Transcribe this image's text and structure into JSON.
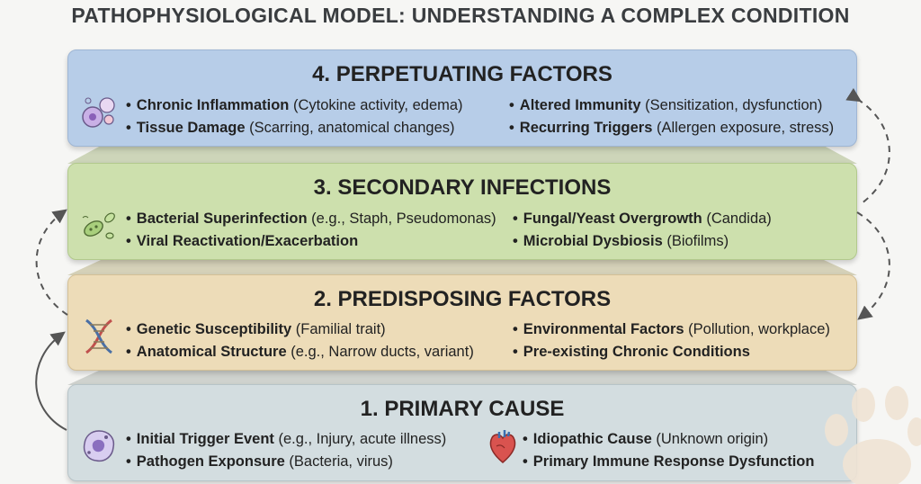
{
  "title": "PATHOPHYSIOLOGICAL MODEL: UNDERSTANDING A COMPLEX CONDITION",
  "layers": [
    {
      "title": "4. PERPETUATING FACTORS",
      "color": "#b7cde8",
      "left": [
        {
          "bold": "Chronic Inflammation",
          "rest": " (Cytokine activity, edema)"
        },
        {
          "bold": "Tissue Damage",
          "rest": " (Scarring, anatomical changes)"
        }
      ],
      "right": [
        {
          "bold": "Altered Immunity",
          "rest": " (Sensitization, dysfunction)"
        },
        {
          "bold": "Recurring Triggers",
          "rest": " (Allergen exposure, stress)"
        }
      ]
    },
    {
      "title": "3. SECONDARY INFECTIONS",
      "color": "#cde0ad",
      "left": [
        {
          "bold": "Bacterial Superinfection",
          "rest": " (e.g., Staph, Pseudomonas)"
        },
        {
          "bold": "Viral Reactivation/Exacerbation",
          "rest": ""
        }
      ],
      "right": [
        {
          "bold": "Fungal/Yeast Overgrowth",
          "rest": " (Candida)"
        },
        {
          "bold": "Microbial Dysbiosis",
          "rest": " (Biofilms)"
        }
      ]
    },
    {
      "title": "2. PREDISPOSING FACTORS",
      "color": "#eddcb8",
      "left": [
        {
          "bold": "Genetic Susceptibility",
          "rest": " (Familial trait)"
        },
        {
          "bold": "Anatomical Structure",
          "rest": " (e.g., Narrow ducts, variant)"
        }
      ],
      "right": [
        {
          "bold": "Environmental Factors",
          "rest": " (Pollution, workplace)"
        },
        {
          "bold": "Pre-existing Chronic Conditions",
          "rest": ""
        }
      ]
    },
    {
      "title": "1. PRIMARY CAUSE",
      "color": "#d3dde0",
      "left": [
        {
          "bold": "Initial Trigger Event",
          "rest": " (e.g., Injury, acute illness)"
        },
        {
          "bold": "Pathogen Exponsure",
          "rest": " (Bacteria, virus)"
        }
      ],
      "right": [
        {
          "bold": "Idiopathic Cause",
          "rest": " (Unknown origin)"
        },
        {
          "bold": "Primary Immune Response Dysfunction",
          "rest": ""
        }
      ]
    }
  ],
  "icons": [
    "cells-icon",
    "microbes-icon",
    "dna-icon",
    "pathogen-cell-icon",
    "heart-icon",
    "paw-print-icon"
  ]
}
